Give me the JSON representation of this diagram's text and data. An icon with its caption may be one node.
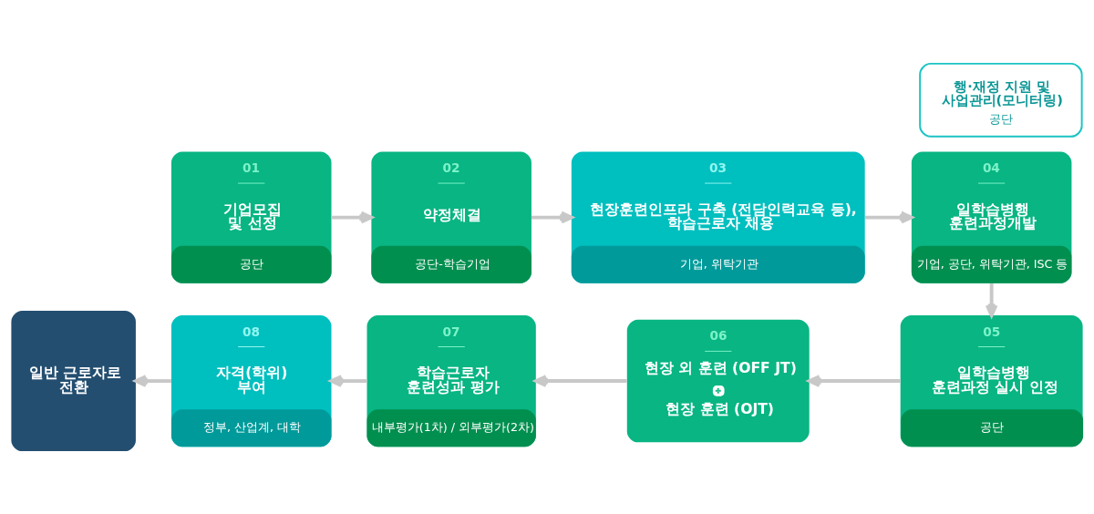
{
  "diagram": {
    "nodes": [
      {
        "text": [
          "01",
          "기업모집 및 선정",
          "공단"
        ]
      },
      {
        "text": [
          "02",
          "약정체결",
          "공단-학습기업"
        ]
      },
      {
        "text": [
          "03",
          "현장훈련인프라 구축 (전담인력교육 등), 학습근로자 채용",
          "기업, 위탁기관"
        ]
      },
      {
        "text": [
          "04",
          "일학습병행 훈련과정개발",
          "기업, 공단, 위탁기관, ISC 등"
        ]
      },
      {
        "text": [
          "05",
          "일학습병행 훈련과정 실시 인정",
          "공단"
        ]
      },
      {
        "text": [
          "06",
          "현장 외 훈련 (OFF JT)",
          "현장 훈련 (OJT)"
        ]
      },
      {
        "text": [
          "07",
          "학습근로자 훈련성과 평가",
          "내부평가(1차) / 외부평가(2차)"
        ]
      },
      {
        "text": [
          "08",
          "자격(학위) 부여",
          "정부, 산업계, 대학"
        ]
      },
      {
        "text": [
          "일반 근로자로 전환"
        ]
      },
      {
        "text": [
          "행·재정 지원 및 사업관리(모니터링)",
          "공단"
        ]
      }
    ],
    "edges": [
      {
        "from": 0,
        "to": 1,
        "arrow": "to"
      },
      {
        "from": 1,
        "to": 2,
        "arrow": "to"
      },
      {
        "from": 2,
        "to": 3,
        "arrow": "to"
      },
      {
        "from": 3,
        "to": 4,
        "arrow": "to"
      },
      {
        "from": 4,
        "to": 5,
        "arrow": "to"
      },
      {
        "from": 5,
        "to": 6,
        "arrow": "to"
      },
      {
        "from": 6,
        "to": 7,
        "arrow": "to"
      },
      {
        "from": 7,
        "to": 8,
        "arrow": "to"
      }
    ]
  }
}
